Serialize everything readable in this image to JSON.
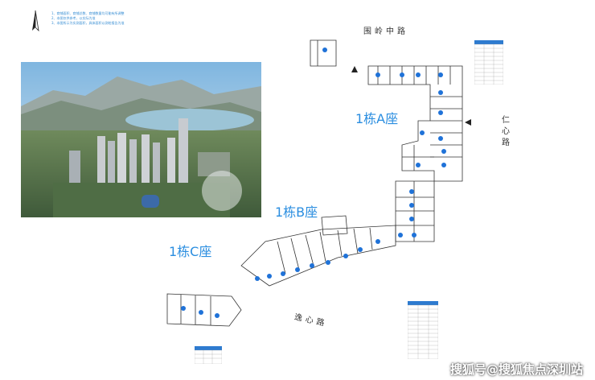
{
  "notes": [
    "1、商铺面积、商铺总数、商铺数量均可能有所调整",
    "2、本图仅供参考，以实际为准",
    "3、本图所示为实测面积，具体面积以测绘报告为准"
  ],
  "labels": {
    "building_a": "1栋A座",
    "building_b": "1栋B座",
    "building_c": "1栋C座"
  },
  "roads": {
    "north": "围岭中路",
    "east": [
      "仁",
      "心",
      "路"
    ],
    "south": "逸心路"
  },
  "watermark": "搜狐号@搜狐焦点深圳站",
  "colors": {
    "accent_blue": "#2b8ee0",
    "table_header": "#2e7bd0",
    "unit_dot": "#1f72d8"
  }
}
